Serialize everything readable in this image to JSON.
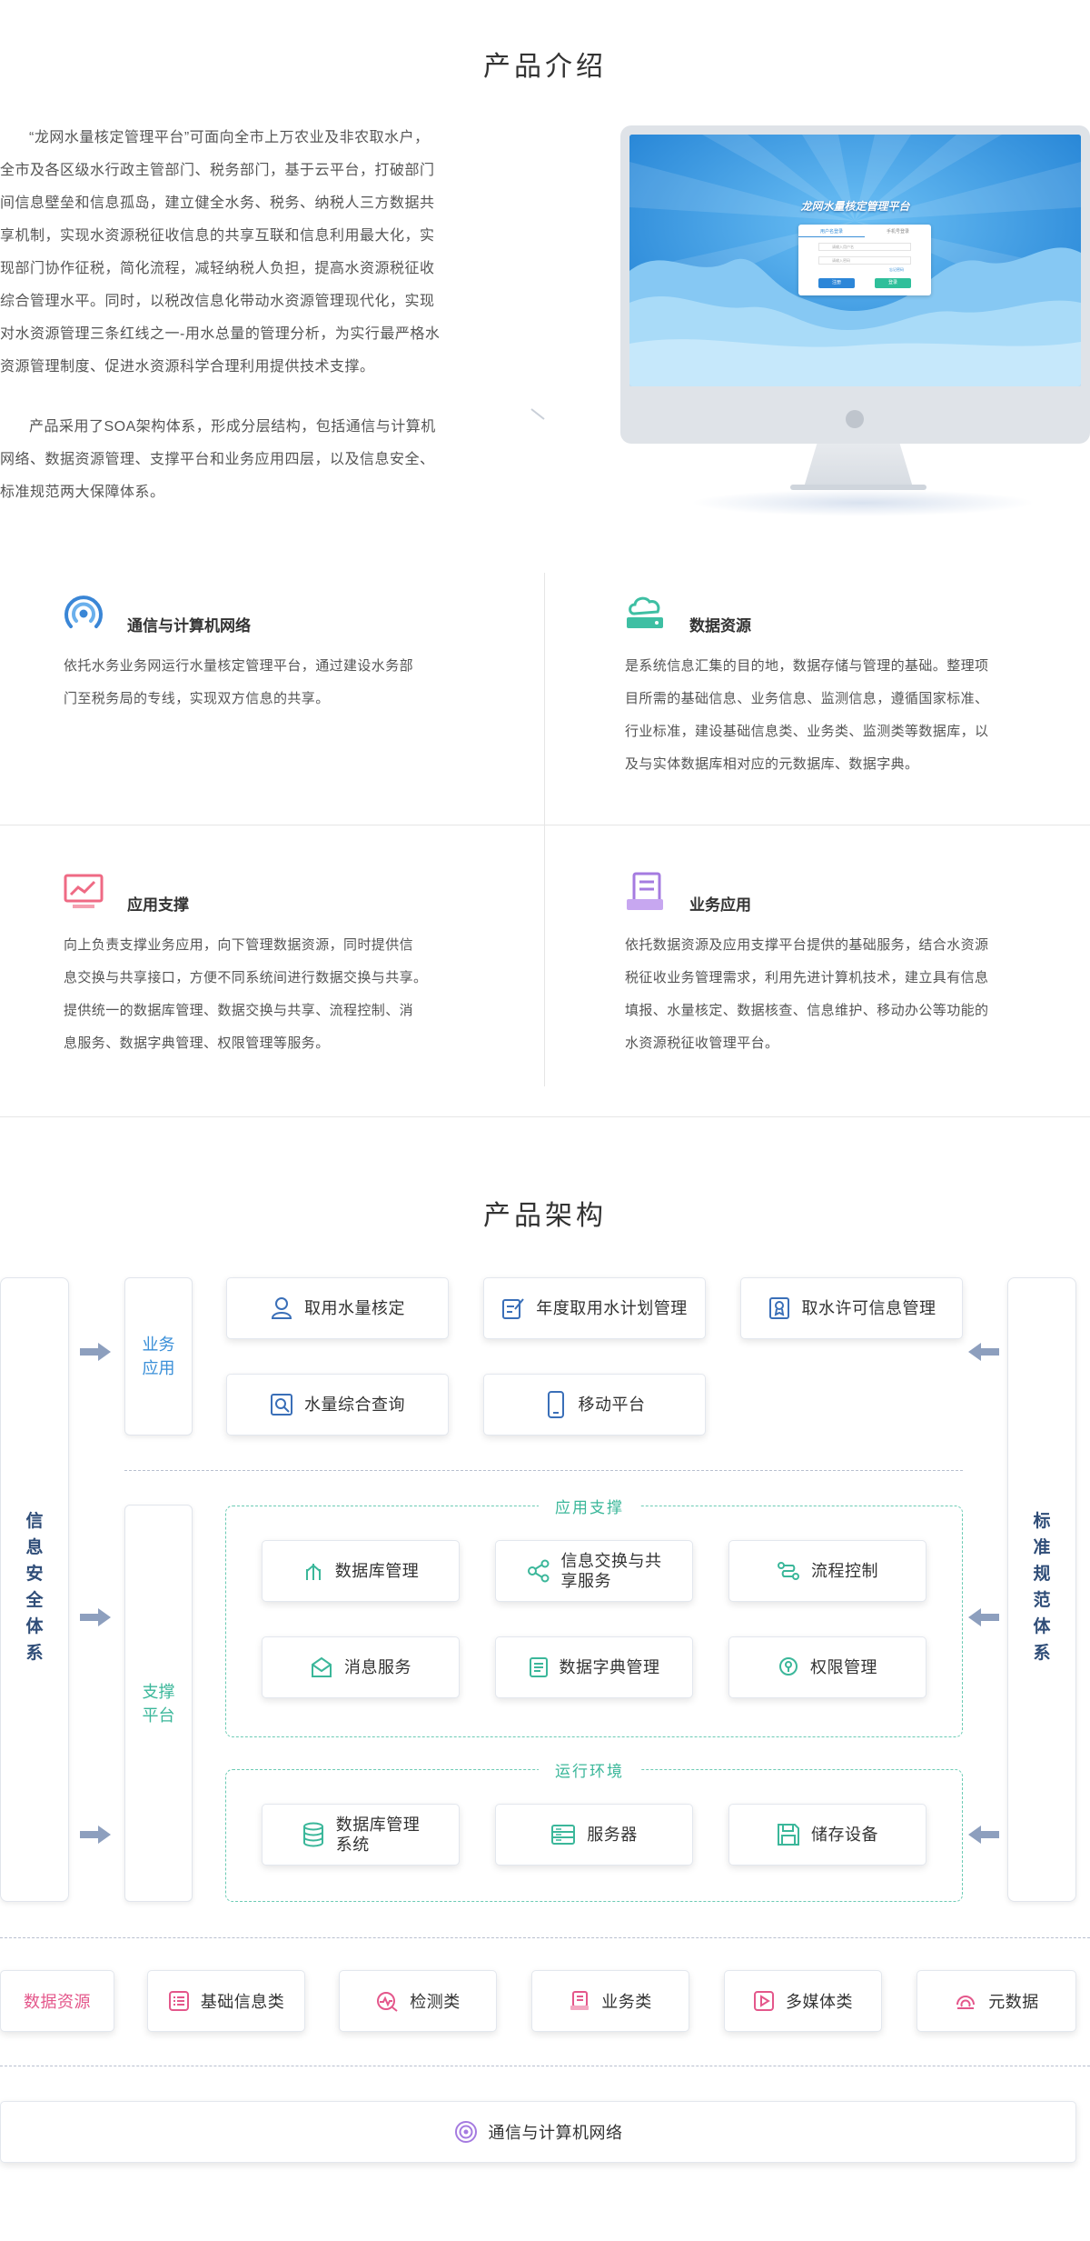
{
  "intro": {
    "title": "产品介绍",
    "paragraph1_lines": [
      "“龙网水量核定管理平台”可面向全市上万农业及非农取水户，",
      "全市及各区级水行政主管部门、税务部门，基于云平台，打破部门",
      "间信息壁垒和信息孤岛，建立健全水务、税务、纳税人三方数据共",
      "享机制，实现水资源税征收信息的共享互联和信息利用最大化，实",
      "现部门协作征税，简化流程，减轻纳税人负担，提高水资源税征收",
      "综合管理水平。同时，以税改信息化带动水资源管理现代化，实现",
      "对水资源管理三条红线之一-用水总量的管理分析，为实行最严格水",
      "资源管理制度、促进水资源科学合理利用提供技术支撑。"
    ],
    "paragraph2_lines": [
      "产品采用了SOA架构体系，形成分层结构，包括通信与计算机",
      "网络、数据资源管理、支撑平台和业务应用四层，以及信息安全、",
      "标准规范两大保障体系。"
    ],
    "monitor": {
      "screen_title": "龙网水量核定管理平台",
      "tab_active": "用户名登录",
      "tab_other": "手机号登录",
      "username_placeholder": "请输入用户名",
      "password_placeholder": "请输入密码",
      "forgot": "忘记密码",
      "register_button": "注册",
      "login_button": "登录"
    }
  },
  "features": [
    {
      "icon": "wifi-signal-icon",
      "color": "#3a86d6",
      "title": "通信与计算机网络",
      "desc_lines": [
        "依托水务业务网运行水量核定管理平台，通过建设水务部",
        "门至税务局的专线，实现双方信息的共享。"
      ]
    },
    {
      "icon": "cloud-server-icon",
      "color": "#3ebfa3",
      "title": "数据资源",
      "desc_lines": [
        "是系统信息汇集的目的地，数据存储与管理的基础。整理项",
        "目所需的基础信息、业务信息、监测信息，遵循国家标准、",
        "行业标准，建设基础信息类、业务类、监测类等数据库，以",
        "及与实体数据库相对应的元数据库、数据字典。"
      ]
    },
    {
      "icon": "monitor-chart-icon",
      "color": "#ef6a84",
      "title": "应用支撑",
      "desc_lines": [
        "向上负责支撑业务应用，向下管理数据资源，同时提供信",
        "息交换与共享接口，方便不同系统间进行数据交换与共享。",
        "提供统一的数据库管理、数据交换与共享、流程控制、消",
        "息服务、数据字典管理、权限管理等服务。"
      ]
    },
    {
      "icon": "documents-icon",
      "color": "#a57be0",
      "title": "业务应用",
      "desc_lines": [
        "依托数据资源及应用支撑平台提供的基础服务，结合水资源",
        "税征收业务管理需求，利用先进计算机技术，建立具有信息",
        "填报、水量核定、数据核查、信息维护、移动办公等功能的",
        "水资源税征收管理平台。"
      ]
    }
  ],
  "architecture": {
    "title": "产品架构",
    "left_side": [
      "信",
      "息",
      "安",
      "全",
      "体",
      "系"
    ],
    "right_side": [
      "标",
      "准",
      "规",
      "范",
      "体",
      "系"
    ],
    "business_label": [
      "业务",
      "应用"
    ],
    "support_label": [
      "支撑",
      "平台"
    ],
    "business_modules": [
      {
        "label": "取用水量核定",
        "icon": "user-icon"
      },
      {
        "label": "年度取用水计划管理",
        "icon": "edit-doc-icon"
      },
      {
        "label": "取水许可信息管理",
        "icon": "certificate-icon"
      },
      {
        "label": "水量综合查询",
        "icon": "search-doc-icon"
      },
      {
        "label": "移动平台",
        "icon": "mobile-icon"
      }
    ],
    "app_support_title": "应用支撑",
    "app_support_modules": [
      {
        "label": "数据库管理",
        "icon": "database-tree-icon"
      },
      {
        "label": "信息交换与共享服务",
        "label_lines": [
          "信息交换与共",
          "享服务"
        ],
        "icon": "share-icon"
      },
      {
        "label": "流程控制",
        "icon": "flow-icon"
      },
      {
        "label": "消息服务",
        "icon": "message-icon"
      },
      {
        "label": "数据字典管理",
        "icon": "dictionary-icon"
      },
      {
        "label": "权限管理",
        "icon": "permission-icon"
      }
    ],
    "runtime_title": "运行环境",
    "runtime_modules": [
      {
        "label": "数据库管理系统",
        "label_lines": [
          "数据库管理",
          "系统"
        ],
        "icon": "database-icon"
      },
      {
        "label": "服务器",
        "icon": "server-icon"
      },
      {
        "label": "储存设备",
        "icon": "storage-icon"
      }
    ],
    "data_resource_label": "数据资源",
    "data_items": [
      {
        "label": "基础信息类",
        "icon": "list-icon"
      },
      {
        "label": "检测类",
        "icon": "monitor-icon"
      },
      {
        "label": "业务类",
        "icon": "business-doc-icon"
      },
      {
        "label": "多媒体类",
        "icon": "media-icon"
      },
      {
        "label": "元数据",
        "icon": "metadata-icon"
      }
    ],
    "network_label": "通信与计算机网络",
    "colors": {
      "navy": "#2f4d78",
      "blue_label": "#3a8fd8",
      "teal": "#3bb79a",
      "pink": "#e4578b",
      "arrow": "#8d9fbe"
    }
  }
}
